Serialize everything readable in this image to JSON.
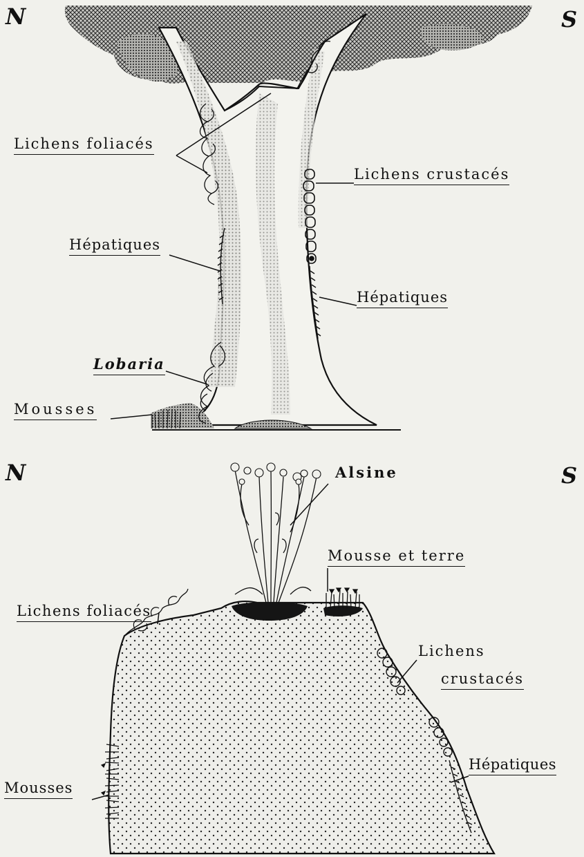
{
  "tree_diagram": {
    "north": "N",
    "south": "S",
    "labels": {
      "lichens_foliaces": "Lichens  foliacés",
      "lichens_crustaces": "Lichens  crustacés",
      "hepatiques_left": "Hépatiques",
      "hepatiques_right": "Hépatiques",
      "lobaria": "Lobaria",
      "mousses": "Mousses"
    }
  },
  "rock_diagram": {
    "north": "N",
    "south": "S",
    "labels": {
      "alsine": "Alsine",
      "mousse_et_terre": "Mousse et terre",
      "lichens_foliaces": "Lichens foliacés",
      "lichens_line1": "Lichens",
      "crustaces_line2": "crustacés",
      "hepatiques": "Hépatiques",
      "mousses": "Mousses"
    }
  }
}
